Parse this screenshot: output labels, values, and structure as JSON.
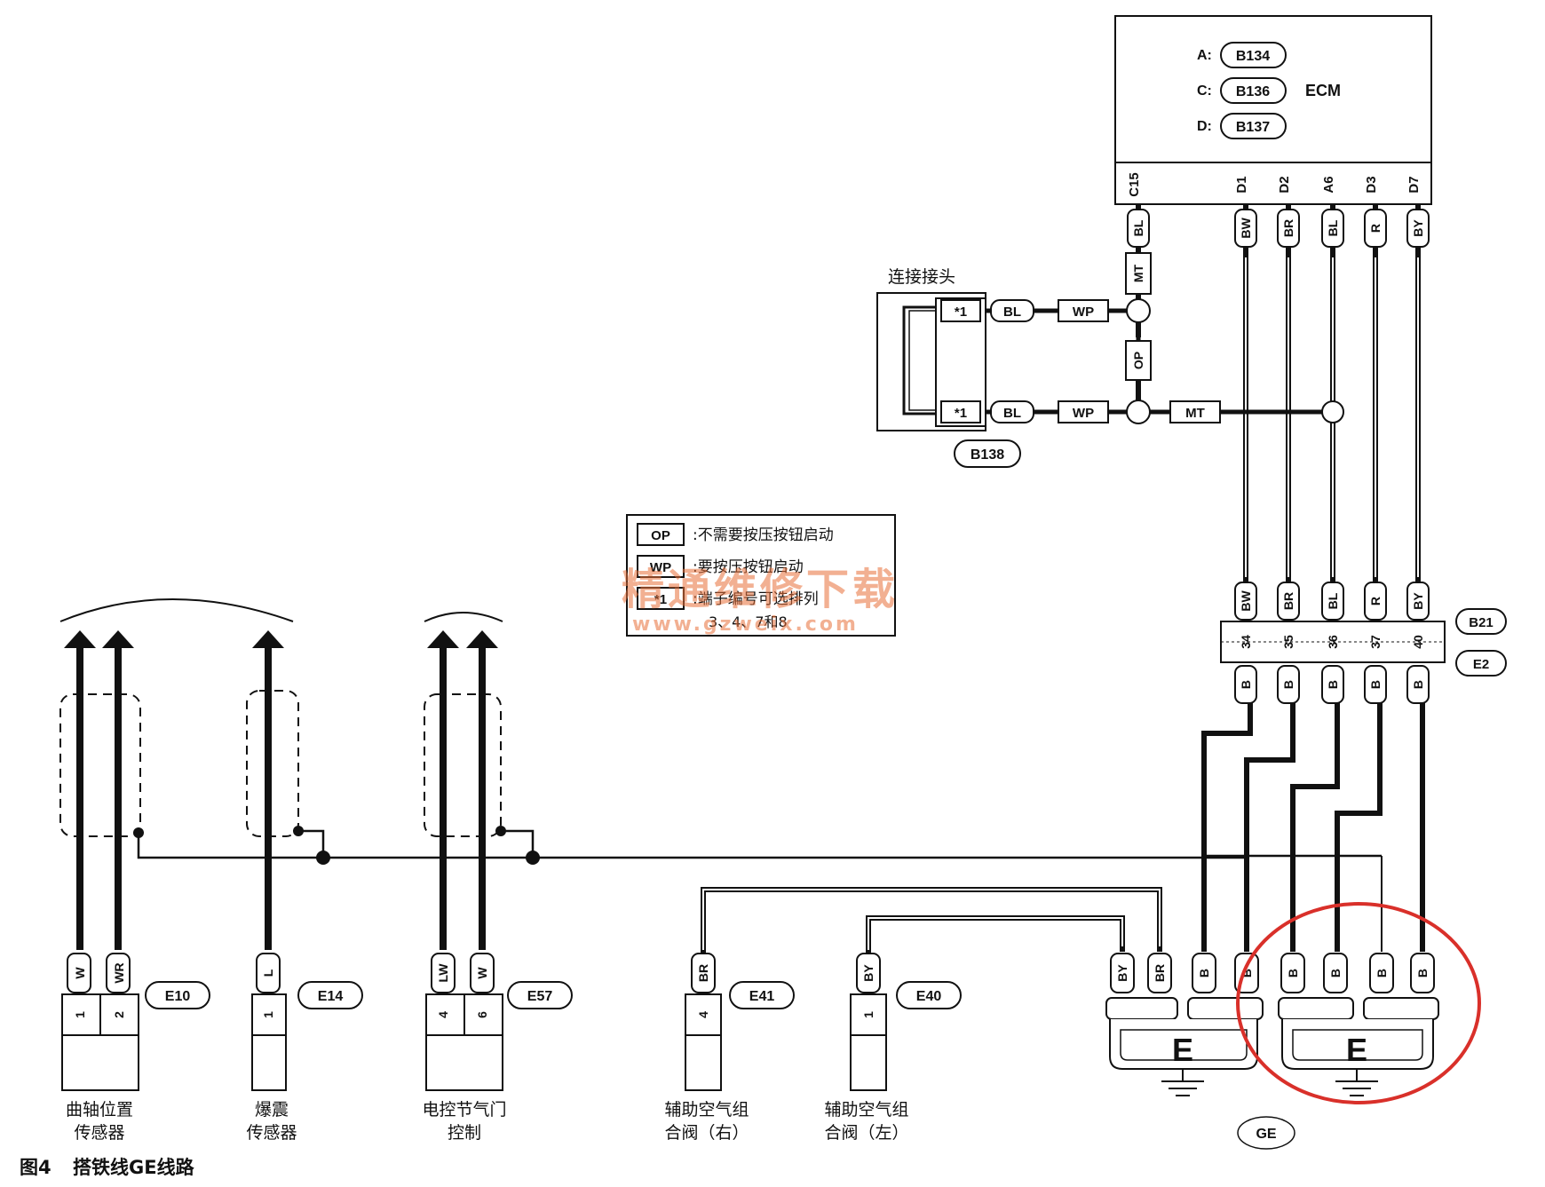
{
  "ecm": {
    "title": "ECM",
    "connectors": [
      {
        "pin": "A:",
        "id": "B134"
      },
      {
        "pin": "C:",
        "id": "B136"
      },
      {
        "pin": "D:",
        "id": "B137"
      }
    ]
  },
  "ecm_pins": [
    {
      "term": "C15",
      "wire": "BL"
    },
    {
      "term": "D1",
      "wire": "BW"
    },
    {
      "term": "D2",
      "wire": "BR"
    },
    {
      "term": "A6",
      "wire": "BL"
    },
    {
      "term": "D3",
      "wire": "R"
    },
    {
      "term": "D7",
      "wire": "BY"
    }
  ],
  "joint": {
    "title": "连接接头",
    "connector_id": "B138",
    "terminal": "*1",
    "wire_a": "BL",
    "wp": "WP",
    "mt": "MT",
    "op": "OP"
  },
  "legend": [
    {
      "tag": "OP",
      "text": ":不需要按压按钮启动"
    },
    {
      "tag": "WP",
      "text": ":要按压按钮启动"
    },
    {
      "tag": "*1",
      "text": ":端子编号可选排列"
    },
    {
      "tag": "",
      "text": "3、4、7和8"
    }
  ],
  "watermark": {
    "cn": "精通维修下载",
    "url": "www.gzweix.com"
  },
  "junction": {
    "top_id": "B21",
    "bottom_id": "E2",
    "upper_wires": [
      "BW",
      "BR",
      "BL",
      "R",
      "BY"
    ],
    "pins": [
      "34",
      "35",
      "36",
      "37",
      "40"
    ],
    "lower_wires": [
      "B",
      "B",
      "B",
      "B",
      "B"
    ]
  },
  "sensors": [
    {
      "id": "E10",
      "name_l1": "曲轴位置",
      "name_l2": "传感器",
      "wires": [
        "W",
        "WR"
      ],
      "pins": [
        "1",
        "2"
      ]
    },
    {
      "id": "E14",
      "name_l1": "爆震",
      "name_l2": "传感器",
      "wires": [
        "L"
      ],
      "pins": [
        "1"
      ]
    },
    {
      "id": "E57",
      "name_l1": "电控节气门",
      "name_l2": "控制",
      "wires": [
        "LW",
        "W"
      ],
      "pins": [
        "4",
        "6"
      ]
    },
    {
      "id": "E41",
      "name_l1": "辅助空气组",
      "name_l2": "合阀（右）",
      "wires": [
        "BR"
      ],
      "pins": [
        "4"
      ]
    },
    {
      "id": "E40",
      "name_l1": "辅助空气组",
      "name_l2": "合阀（左）",
      "wires": [
        "BY"
      ],
      "pins": [
        "1"
      ]
    }
  ],
  "ground": {
    "left_wires": [
      "BY",
      "BR",
      "B",
      "B"
    ],
    "right_wires": [
      "B",
      "B",
      "B",
      "B"
    ],
    "symbol": "E",
    "id": "GE"
  },
  "caption": {
    "fig": "图4",
    "text": "搭铁线GE线路"
  },
  "colors": {
    "line": "#111111",
    "highlight": "#d9302a",
    "watermark": "#e8703a"
  }
}
